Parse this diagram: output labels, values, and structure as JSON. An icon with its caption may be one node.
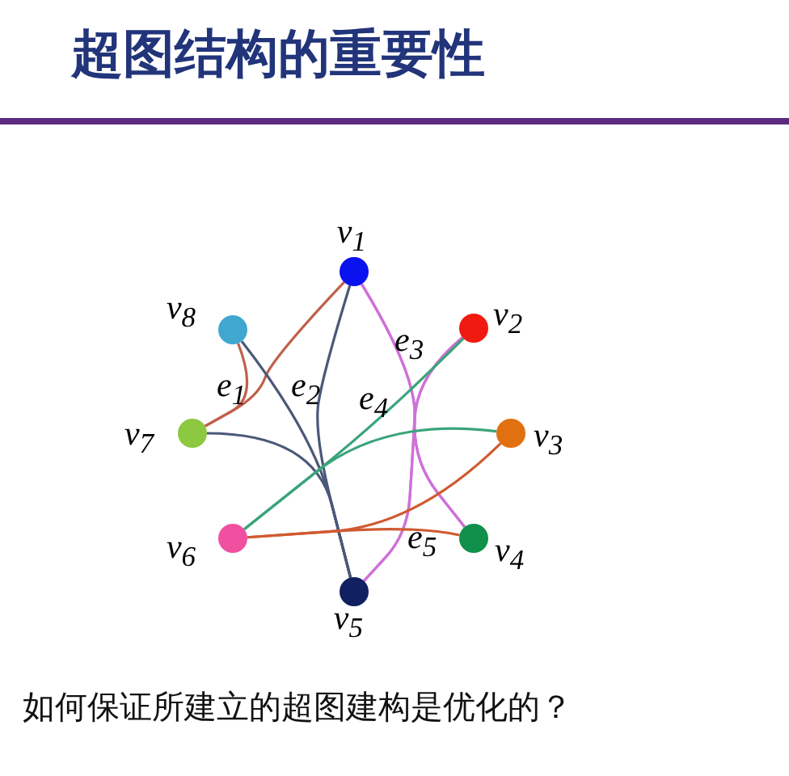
{
  "diagram": {
    "title": "超图结构的重要性",
    "nodes": [
      {
        "text": [],
        "shape": "circle",
        "beside": [
          "v$_{1}$"
        ]
      },
      {
        "text": [],
        "shape": "circle",
        "beside": [
          "v$_{2}$"
        ]
      },
      {
        "text": [],
        "shape": "circle",
        "beside": [
          "v$_{3}$"
        ]
      },
      {
        "text": [],
        "shape": "circle",
        "beside": [
          "v$_{4}$"
        ]
      },
      {
        "text": [],
        "shape": "circle",
        "beside": [
          "v$_{5}$"
        ]
      },
      {
        "text": [],
        "shape": "circle",
        "beside": [
          "v$_{6}$"
        ]
      },
      {
        "text": [],
        "shape": "circle",
        "beside": [
          "v$_{7}$"
        ]
      },
      {
        "text": [],
        "shape": "circle",
        "beside": [
          "v$_{8}$"
        ]
      }
    ],
    "edges": [
      {
        "from": 7,
        "to": 6,
        "arrow": "none",
        "color": "#c0604a"
      },
      {
        "from": 0,
        "to": 6,
        "arrow": "none",
        "color": "#c0604a"
      },
      {
        "from": 7,
        "to": 4,
        "arrow": "none",
        "color": "#4a5878"
      },
      {
        "from": 0,
        "to": 4,
        "arrow": "none",
        "color": "#4a5878"
      },
      {
        "from": 6,
        "to": 4,
        "arrow": "none",
        "color": "#4a5878"
      },
      {
        "from": 0,
        "to": 3,
        "arrow": "none",
        "color": "#d070d8"
      },
      {
        "from": 0,
        "to": 4,
        "arrow": "none",
        "color": "#d070d8"
      },
      {
        "from": 1,
        "to": 3,
        "arrow": "none",
        "color": "#d070d8"
      },
      {
        "from": 1,
        "to": 4,
        "arrow": "none",
        "color": "#d070d8"
      },
      {
        "from": 1,
        "to": 5,
        "arrow": "none",
        "color": "#3aa47a"
      },
      {
        "from": 2,
        "to": 5,
        "arrow": "none",
        "color": "#3aa47a"
      },
      {
        "from": 2,
        "to": 5,
        "arrow": "none",
        "color": "#d05a30"
      },
      {
        "from": 3,
        "to": 5,
        "arrow": "none",
        "color": "#d05a30"
      }
    ],
    "labels": [
      "e$_{1}$",
      "e$_{2}$",
      "e$_{3}$",
      "e$_{4}$",
      "e$_{5}$",
      "如何保证所建立的超图建构是优化的？"
    ]
  }
}
